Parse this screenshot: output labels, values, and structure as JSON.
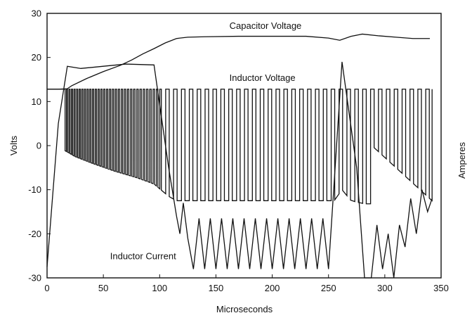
{
  "chart_data": {
    "type": "line",
    "xlabel": "Microseconds",
    "ylabel": "Volts",
    "y2label": "Amperes",
    "xlim": [
      0,
      350
    ],
    "ylim": [
      -30,
      30
    ],
    "x_ticks": [
      0,
      50,
      100,
      150,
      200,
      250,
      300,
      350
    ],
    "y_ticks": [
      30,
      20,
      10,
      0,
      -10,
      -20,
      -30
    ],
    "grid": false,
    "annotations": [
      {
        "text": "Capacitor Voltage",
        "x": 162,
        "y": 26.5
      },
      {
        "text": "Inductor Voltage",
        "x": 162,
        "y": 14.7
      },
      {
        "text": "Inductor Current",
        "x": 56,
        "y": -25.8
      }
    ],
    "series": [
      {
        "name": "Capacitor Voltage",
        "x": [
          0,
          10,
          18,
          22,
          35,
          50,
          65,
          75,
          85,
          95,
          105,
          115,
          125,
          140,
          170,
          200,
          230,
          250,
          260,
          270,
          280,
          295,
          310,
          325,
          340
        ],
        "y": [
          12.8,
          12.8,
          12.9,
          13.6,
          15.2,
          16.8,
          18.2,
          19.4,
          20.8,
          22.0,
          23.3,
          24.3,
          24.6,
          24.7,
          24.8,
          24.8,
          24.8,
          24.4,
          23.9,
          24.8,
          25.3,
          24.9,
          24.6,
          24.3,
          24.3
        ]
      },
      {
        "name": "Inductor Voltage",
        "high": 12.8,
        "x_start": 0,
        "x_end": 342,
        "low_envelope": {
          "x": [
            0,
            15,
            25,
            40,
            60,
            80,
            95,
            108,
            115,
            255,
            262,
            270,
            282,
            288,
            288.5,
            342
          ],
          "y": [
            -0.5,
            -1,
            -2.5,
            -4,
            -5.8,
            -7.3,
            -8.7,
            -11.5,
            -12.5,
            -12.5,
            -10,
            -12.5,
            -13.2,
            -13.2,
            0,
            -12.5
          ]
        },
        "pulse_x_range": [
          16,
          342
        ]
      },
      {
        "name": "Inductor Current",
        "x": [
          0,
          10,
          18,
          30,
          50,
          70,
          95,
          108,
          115,
          118,
          121,
          125,
          130,
          135,
          140,
          145,
          150,
          155,
          160,
          165,
          170,
          175,
          180,
          185,
          190,
          195,
          200,
          205,
          210,
          215,
          220,
          225,
          230,
          235,
          240,
          245,
          250,
          262,
          275,
          282,
          288,
          293,
          298,
          303,
          308,
          313,
          318,
          323,
          328,
          333,
          338,
          342
        ],
        "y": [
          -27.5,
          5,
          18,
          17.5,
          18,
          18.5,
          18.3,
          -5,
          -16,
          -20,
          -13,
          -21,
          -28,
          -16.5,
          -28,
          -16.5,
          -28,
          -16.5,
          -28,
          -16.5,
          -28,
          -16.5,
          -28,
          -16.5,
          -28,
          -16.5,
          -28,
          -16.5,
          -28,
          -16.5,
          -28,
          -16.5,
          -28,
          -16.5,
          -28,
          -16.5,
          -28,
          19,
          -5,
          -30,
          -30,
          -18,
          -28,
          -20,
          -30,
          -18,
          -23,
          -12,
          -20,
          -10,
          -15,
          -12
        ]
      }
    ]
  }
}
